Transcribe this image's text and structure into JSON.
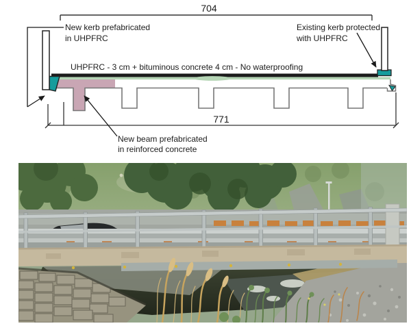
{
  "diagram": {
    "top_dimension": "704",
    "bottom_dimension": "771",
    "deck_note": "UHPFRC - 3 cm + bituminous concrete 4 cm - No waterproofing",
    "new_kerb_label": {
      "line1": "New kerb prefabricated",
      "line2": "in UHPFRC"
    },
    "existing_kerb_label": {
      "line1": "Existing kerb protected",
      "line2": "with UHPFRC"
    },
    "new_beam_label": {
      "line1": "New beam prefabricated",
      "line2": "in reinforced concrete"
    },
    "colors": {
      "uhpfrc_teal": "#169c9c",
      "new_beam_pink": "#c9a6b4",
      "uhpfrc_overlay_green": "#b6d6b6",
      "bituminous_black": "#1c1c1c",
      "concrete_outline_gray": "#777777"
    }
  },
  "photo": {
    "description": "Photograph of the bridge seen from the side: steel railing and guardrail on the deck, car passing, stone masonry abutment on the left, stream and gravel bank below, wooded hillside behind"
  }
}
